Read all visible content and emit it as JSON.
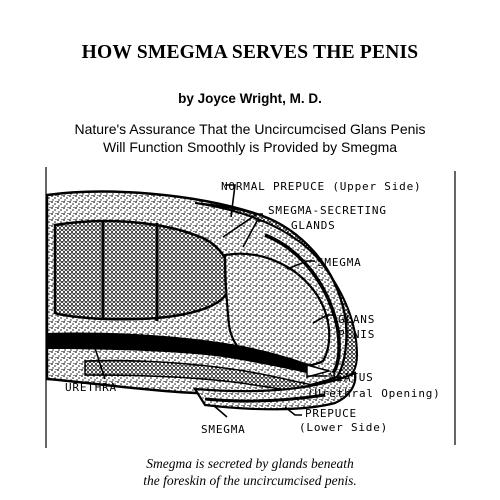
{
  "article": {
    "title": "HOW SMEGMA SERVES THE PENIS",
    "byline": "by Joyce Wright, M. D.",
    "subtitle_line1": "Nature's Assurance That the Uncircumcised Glans Penis",
    "subtitle_line2": "Will Function Smoothly is Provided by Smegma"
  },
  "diagram": {
    "labels": {
      "normal_prepuce": "NORMAL PREPUCE (Upper Side)",
      "smegma_glands_1": "SMEGMA-SECRETING",
      "smegma_glands_2": "GLANDS",
      "smegma_upper": "SMEGMA",
      "glans_1": "GLANS",
      "glans_2": "PENIS",
      "meatus_1": "MEATUS",
      "meatus_2": "(Urethral Opening)",
      "urethra": "URETHRA",
      "prepuce_lower_1": "PREPUCE",
      "prepuce_lower_2": "(Lower Side)",
      "smegma_lower": "SMEGMA"
    }
  },
  "caption": {
    "line1": "Smegma is secreted by glands beneath",
    "line2": "the foreskin of the uncircumcised penis."
  }
}
